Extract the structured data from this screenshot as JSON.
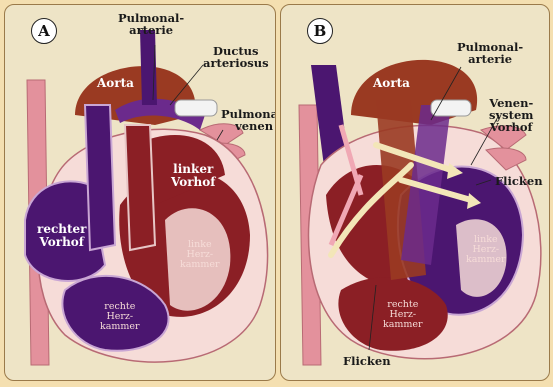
{
  "panel_a": {
    "badge": "A",
    "labels": {
      "pulmonalarterie": "Pulmonal-\narterie",
      "ductus": "Ductus\narteriosus",
      "aorta": "Aorta",
      "pulmonalvenen": "Pulmonal-\nvenen",
      "linker_vorhof": "linker\nVorhof",
      "rechter_vorhof": "rechter\nVorhof",
      "linke_herzkammer": "linke\nHerz-\nkammer",
      "rechte_herzkammer": "rechte\nHerz-\nkammer"
    }
  },
  "panel_b": {
    "badge": "B",
    "labels": {
      "aorta": "Aorta",
      "pulmonalarterie": "Pulmonal-\narterie",
      "venensystem": "Venen-\nsystem\nVorhof",
      "flicken_right": "Flicken",
      "linke_herzkammer": "linke\nHerz-\nkammer",
      "rechte_herzkammer": "rechte\nHerz-\nkammer",
      "flicken_bottom": "Flicken"
    }
  },
  "colors": {
    "background": "#f4dfb0",
    "dark_red": "#8b1f25",
    "purple": "#4b1670",
    "pink": "#e3919c",
    "light_pink": "#f6dcd8",
    "aorta_brown": "#9a3a22"
  }
}
